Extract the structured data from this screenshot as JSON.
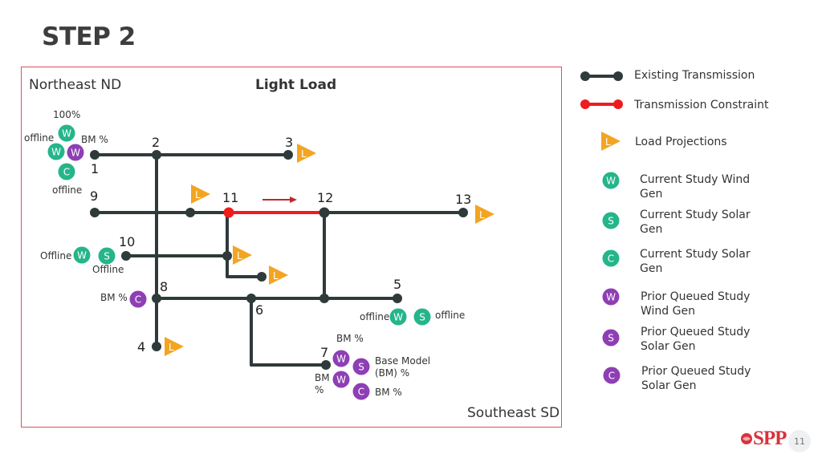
{
  "slide": {
    "title": "STEP 2",
    "page_number": "11"
  },
  "logo": {
    "text": "SPP",
    "color": "#d8323c"
  },
  "diagram": {
    "title": "Light Load",
    "region_northeast": "Northeast ND",
    "region_southeast": "Southeast SD",
    "bus_labels": [
      "1",
      "2",
      "3",
      "4",
      "5",
      "6",
      "7",
      "8",
      "9",
      "10",
      "11",
      "12",
      "13"
    ],
    "gen_letters": {
      "wind": "W",
      "solar": "S",
      "current_solar_c": "C"
    },
    "load_letter": "L",
    "annotations": {
      "top_100": "100%",
      "top_offline": "offline",
      "top_bm": "BM %",
      "top_offline2": "offline",
      "bus10_offline": "Offline",
      "bus10_offline2": "Offline",
      "bus8_bm": "BM %",
      "bus5_offline_left": "offline",
      "bus5_offline_right": "offline",
      "bus7_bm_top": "BM %",
      "bus7_base_model": "Base Model (BM) %",
      "bus7_bm_left": "BM %",
      "bus7_bm_bottom": "BM %"
    },
    "colors": {
      "line": "#2f3a3a",
      "constraint": "#ee1c1c",
      "current_gen": "#25b58a",
      "prior_gen": "#8e3fb4",
      "load": "#f3a521",
      "frame": "#d9535a"
    }
  },
  "legend": [
    {
      "icon": "existing-transmission-icon",
      "label": "Existing Transmission"
    },
    {
      "icon": "transmission-constraint-icon",
      "label": "Transmission Constraint"
    },
    {
      "icon": "load-projection-icon",
      "letter": "L",
      "label": "Load Projections"
    },
    {
      "icon": "current-wind-gen-icon",
      "letter": "W",
      "label": "Current Study Wind Gen"
    },
    {
      "icon": "current-solar-gen-icon",
      "letter": "S",
      "label": "Current Study Solar Gen"
    },
    {
      "icon": "current-solar-gen-c-icon",
      "letter": "C",
      "label": "Current Study Solar Gen"
    },
    {
      "icon": "prior-wind-gen-icon",
      "letter": "W",
      "label": "Prior Queued Study Wind Gen"
    },
    {
      "icon": "prior-solar-gen-icon",
      "letter": "S",
      "label": "Prior Queued Study Solar Gen"
    },
    {
      "icon": "prior-solar-gen-c-icon",
      "letter": "C",
      "label": "Prior Queued Study Solar Gen"
    }
  ]
}
